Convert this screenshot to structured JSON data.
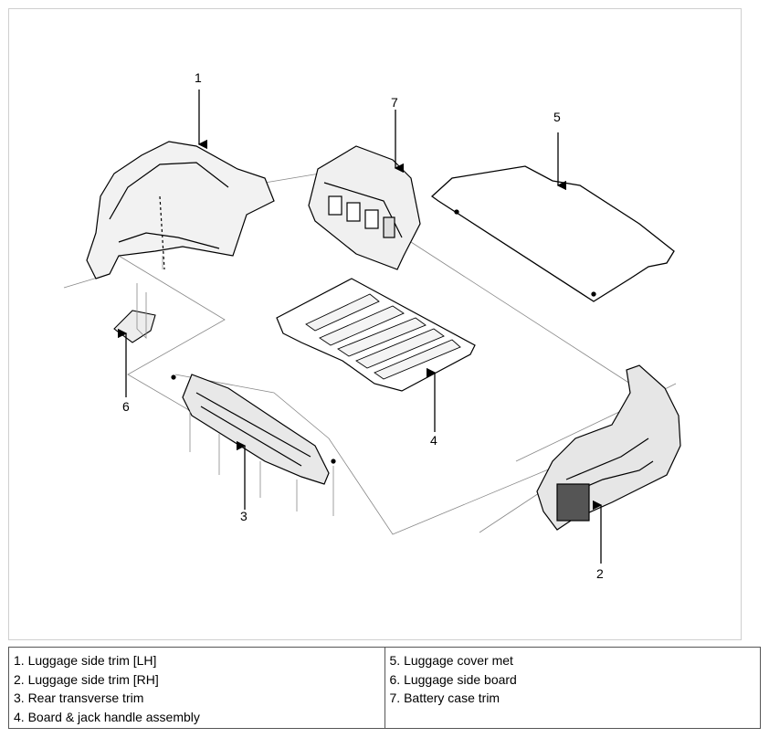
{
  "callouts": [
    {
      "id": "1",
      "label": "1"
    },
    {
      "id": "2",
      "label": "2"
    },
    {
      "id": "3",
      "label": "3"
    },
    {
      "id": "4",
      "label": "4"
    },
    {
      "id": "5",
      "label": "5"
    },
    {
      "id": "6",
      "label": "6"
    },
    {
      "id": "7",
      "label": "7"
    }
  ],
  "legend": {
    "left": [
      "1. Luggage side trim [LH]",
      "2. Luggage side trim [RH]",
      "3. Rear transverse trim",
      "4. Board & jack handle assembly"
    ],
    "right": [
      "5. Luggage cover met",
      "6. Luggage side board",
      "7. Battery case trim"
    ]
  }
}
